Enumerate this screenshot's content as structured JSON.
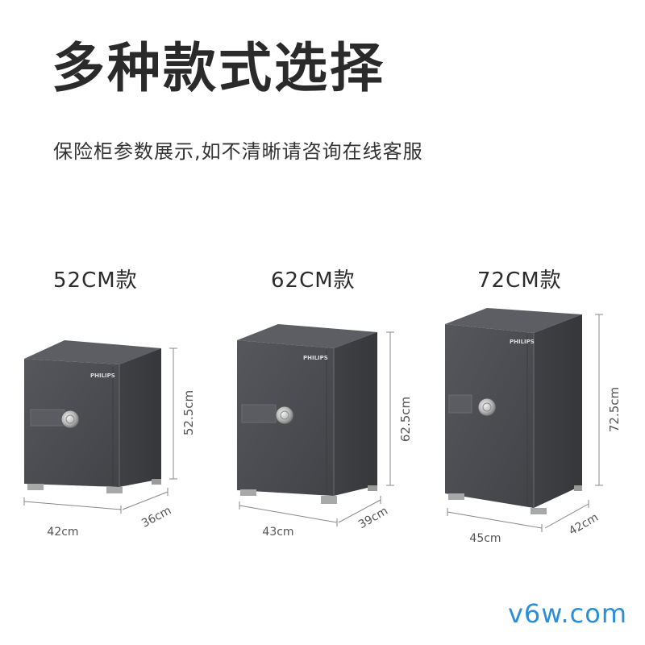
{
  "title": "多种款式选择",
  "subtitle": "保险柜参数展示,如不清晰请咨询在线客服",
  "models": [
    {
      "label": "52CM款",
      "height": "52.5cm",
      "width": "42cm",
      "depth": "36cm",
      "brand": "PHILIPS"
    },
    {
      "label": "62CM款",
      "height": "62.5cm",
      "width": "43cm",
      "depth": "39cm",
      "brand": "PHILIPS"
    },
    {
      "label": "72CM款",
      "height": "72.5cm",
      "width": "45cm",
      "depth": "42cm",
      "brand": "PHILIPS"
    }
  ],
  "watermark": "v6w.com",
  "colors": {
    "safe_front": "#4a4c51",
    "safe_side": "#3a3c40",
    "safe_top": "#5a5c61",
    "dimension_line": "#888888",
    "watermark": "#2a8fd8"
  }
}
